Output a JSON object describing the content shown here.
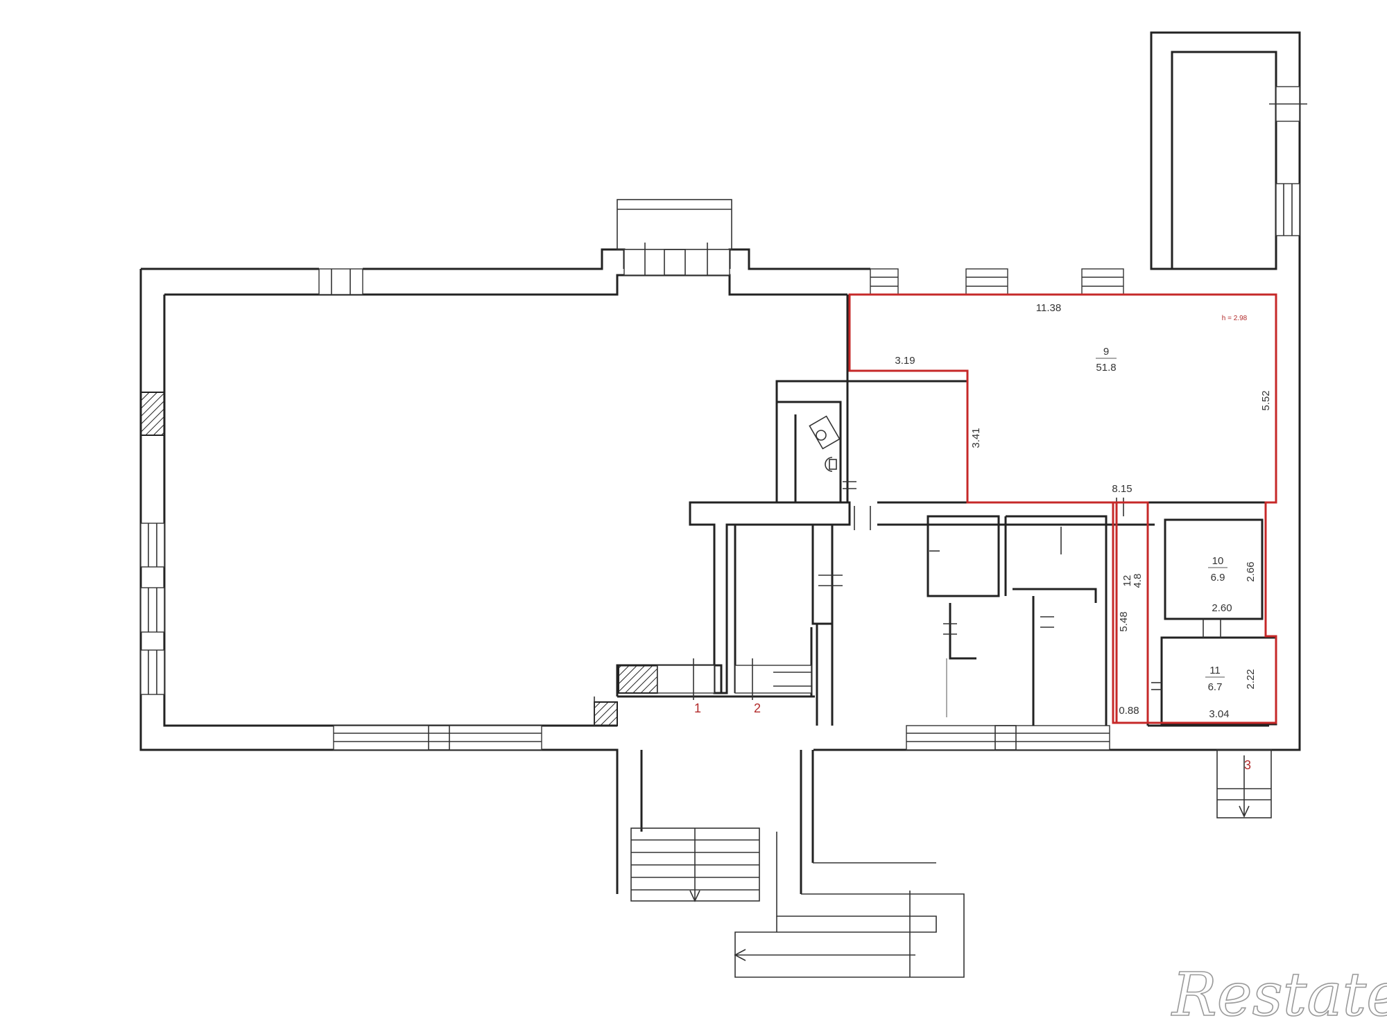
{
  "colors": {
    "wall": "#222222",
    "highlight": "#c62828",
    "text": "#333333",
    "logo": "#9a9a9a"
  },
  "rooms": {
    "r9": {
      "number": "9",
      "area": "51.8"
    },
    "r10": {
      "number": "10",
      "area": "6.9"
    },
    "r11": {
      "number": "11",
      "area": "6.7"
    },
    "r12": {
      "number": "12",
      "area": "4.8"
    }
  },
  "dimensions": {
    "d1138": "11.38",
    "d319": "3.19",
    "d552": "5.52",
    "d341": "3.41",
    "d815": "8.15",
    "d266": "2.66",
    "d260": "2.60",
    "d222": "2.22",
    "d548": "5.48",
    "d088": "0.88",
    "d304": "3.04"
  },
  "height_note": "h = 2.98",
  "entrances": {
    "e1": "1",
    "e2": "2",
    "e3": "3"
  },
  "logo": "Restate"
}
